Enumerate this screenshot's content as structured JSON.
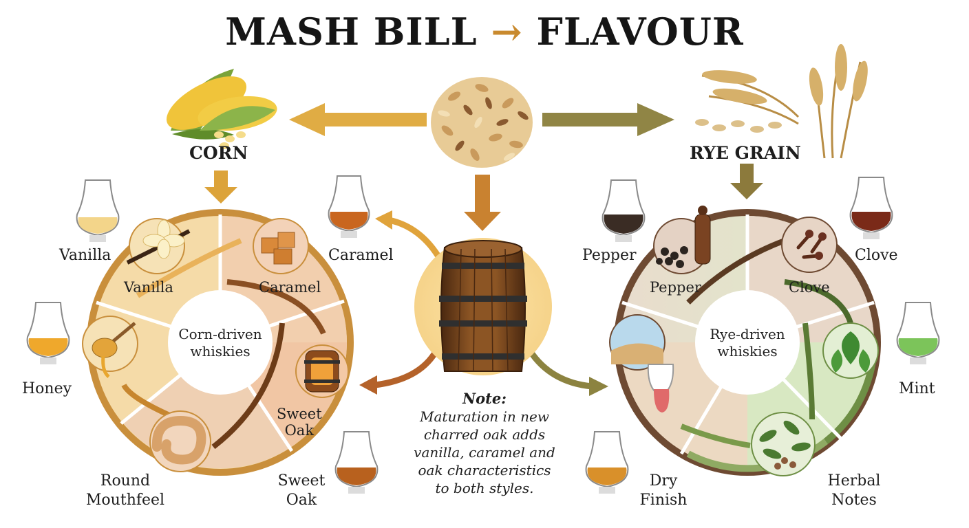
{
  "title": {
    "left": "MASH BILL",
    "arrow": "→",
    "right": "FLAVOUR"
  },
  "grains": {
    "corn": "CORN",
    "rye": "RYE GRAIN"
  },
  "corn_wheel": {
    "center": [
      "Corn-driven",
      "whiskies"
    ],
    "segments": {
      "vanilla": "Vanilla",
      "caramel": "Caramel",
      "sweet_oak": [
        "Sweet",
        "Oak"
      ]
    }
  },
  "rye_wheel": {
    "center": [
      "Rye-driven",
      "whiskies"
    ],
    "segments": {
      "pepper": "Pepper",
      "clove": "Clove"
    }
  },
  "glasses": {
    "vanilla": "Vanilla",
    "honey": "Honey",
    "caramel": "Caramel",
    "round_mouthfeel": [
      "Round",
      "Mouthfeel"
    ],
    "sweet_oak": [
      "Sweet",
      "Oak"
    ],
    "pepper": "Pepper",
    "clove": "Clove",
    "mint": "Mint",
    "dry_finish": [
      "Dry",
      "Finish"
    ],
    "herbal_notes": [
      "Herbal",
      "Notes"
    ]
  },
  "note": {
    "heading": "Note:",
    "lines": [
      "Maturation in new",
      "charred oak adds",
      "vanilla, caramel and",
      "oak characteristics",
      "to both styles."
    ]
  },
  "colors": {
    "corn_ring": "#f5d9a6",
    "corn_ring_rim": "#c98f3c",
    "rye_ring": "#e6d3c4",
    "rye_rim": "#6e4a32",
    "herbal_green": "#6e8f45",
    "arrow_gold": "#d8a23c",
    "arrow_olive": "#8c8340",
    "barrel_brown": "#6a3f1c"
  }
}
